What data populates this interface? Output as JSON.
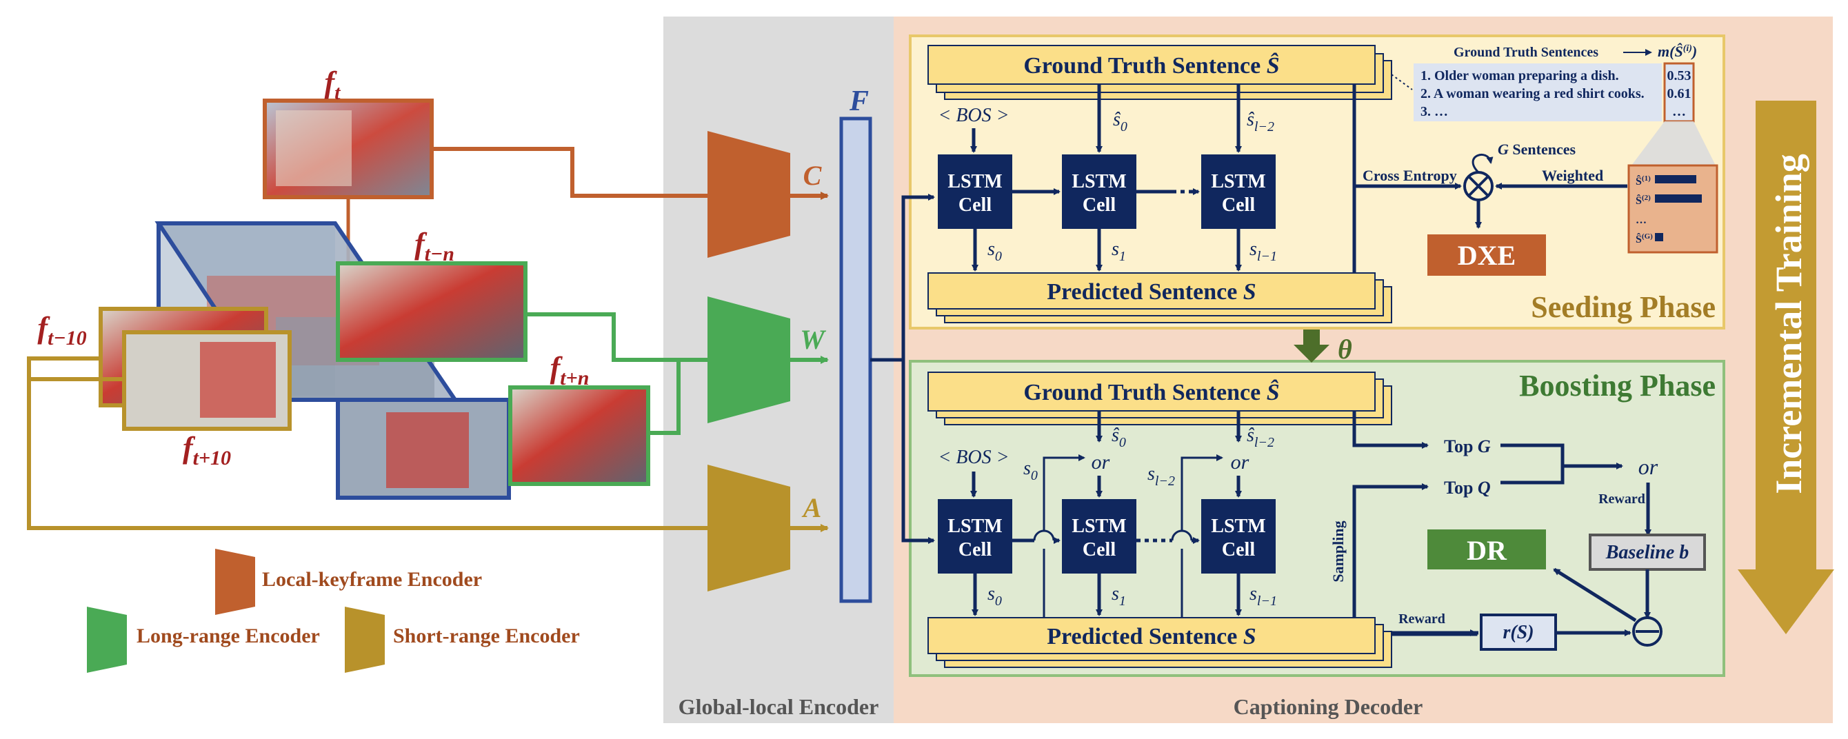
{
  "frames": {
    "ft": "f",
    "ft_sub": "t",
    "ftn": "f",
    "ftn_sub": "t−n",
    "ft10m": "f",
    "ft10m_sub": "t−10",
    "ftnp": "f",
    "ftnp_sub": "t+n",
    "ft10p": "f",
    "ft10p_sub": "t+10"
  },
  "encoders": {
    "c_label": "C",
    "w_label": "W",
    "a_label": "A",
    "f_label": "F"
  },
  "legend": {
    "local": "Local-keyframe Encoder",
    "long": "Long-range Encoder",
    "short": "Short-range Encoder"
  },
  "sections": {
    "global_local": "Global-local Encoder",
    "captioning": "Captioning Decoder",
    "incremental": "Incremental Training",
    "seeding": "Seeding Phase",
    "boosting": "Boosting Phase",
    "theta": "θ"
  },
  "seeding": {
    "gt_sentence": "Ground Truth Sentence",
    "gt_symbol": "Ŝ",
    "pred_sentence": "Predicted Sentence",
    "pred_symbol": "S",
    "bos": "< BOS >",
    "lstm_line1": "LSTM",
    "lstm_line2": "Cell",
    "s_hat0": "ŝ",
    "s_hat0_sub": "0",
    "s_hatl2": "ŝ",
    "s_hatl2_sub": "l−2",
    "s0": "s",
    "s0_sub": "0",
    "s1": "s",
    "s1_sub": "1",
    "sl1": "s",
    "sl1_sub": "l−1",
    "cross_entropy": "Cross Entropy",
    "weighted": "Weighted",
    "g_sentences": "G",
    "g_sentences_text": "Sentences",
    "dxe": "DXE",
    "gt_sentences_header": "Ground Truth Sentences",
    "metric_label": "m(Ŝ",
    "metric_sup": "(i)",
    "sentence1": "1. Older woman preparing a dish.",
    "sentence2": "2. A woman wearing a red shirt cooks.",
    "sentence3": "3. …",
    "score1": "0.53",
    "score2": "0.61",
    "score3": "…",
    "bar_labels": [
      "Ŝ",
      "Ŝ",
      "…",
      "Ŝ"
    ],
    "bar_sups": [
      "(1)",
      "(2)",
      "",
      "(G)"
    ],
    "bar_values": [
      0.75,
      0.85,
      0,
      0.15
    ]
  },
  "boosting": {
    "gt_sentence": "Ground Truth Sentence",
    "gt_symbol": "Ŝ",
    "pred_sentence": "Predicted Sentence",
    "pred_symbol": "S",
    "bos": "< BOS >",
    "lstm_line1": "LSTM",
    "lstm_line2": "Cell",
    "or": "or",
    "top_g": "Top",
    "top_g_sym": "G",
    "top_q": "Top",
    "top_q_sym": "Q",
    "reward1": "Reward",
    "reward2": "Reward",
    "sampling": "Sampling",
    "baseline": "Baseline b",
    "dr": "DR",
    "rs": "r(S)",
    "s_hat0": "ŝ",
    "s_hat0_sub": "0",
    "s_hatl2": "ŝ",
    "s_hatl2_sub": "l−2",
    "s0": "s",
    "s0_sub": "0",
    "s1": "s",
    "s1_sub": "1",
    "sl1": "s",
    "sl1_sub": "l−1",
    "sl2": "s",
    "sl2_sub": "l−2"
  },
  "colors": {
    "orange": "#b55a27",
    "green": "#4aaa55",
    "gold": "#b8922b",
    "navy": "#10275e",
    "frame_red": "#a32020",
    "blue_box": "#2d4d9c"
  }
}
